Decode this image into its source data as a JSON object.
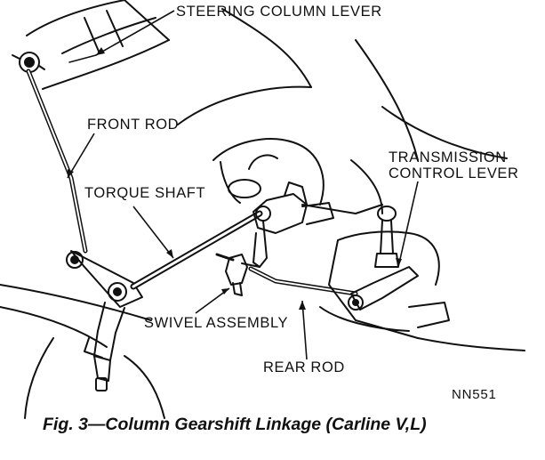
{
  "labels": {
    "steering_column_lever": "STEERING COLUMN LEVER",
    "front_rod": "FRONT ROD",
    "torque_shaft": "TORQUE SHAFT",
    "transmission_control_lever_line1": "TRANSMISSION",
    "transmission_control_lever_line2": "CONTROL LEVER",
    "swivel_assembly": "SWIVEL ASSEMBLY",
    "rear_rod": "REAR ROD",
    "figure_code": "NN551"
  },
  "caption": "Fig. 3—Column Gearshift Linkage (Carline V,L)",
  "colors": {
    "ink": "#111111",
    "paper": "#ffffff"
  }
}
